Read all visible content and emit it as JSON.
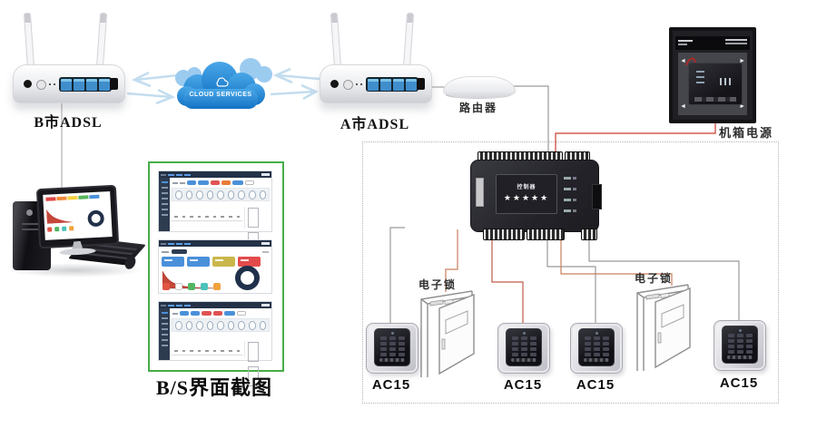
{
  "nodes": {
    "adsl_b": {
      "label": "B市ADSL"
    },
    "cloud": {
      "label": "CLOUD SERVICES"
    },
    "adsl_a": {
      "label": "A市ADSL"
    },
    "router": {
      "label": "路由器"
    },
    "power_box": {
      "label": "机箱电源"
    },
    "controller": {
      "label": "控制器",
      "stars": "★★★★★"
    },
    "door1": {
      "label": "电子锁"
    },
    "door2": {
      "label": "电子锁"
    },
    "reader1": {
      "label": "AC15"
    },
    "reader2": {
      "label": "AC15"
    },
    "reader3": {
      "label": "AC15"
    },
    "reader4": {
      "label": "AC15"
    }
  },
  "caption": "B/S界面截图",
  "colors": {
    "cloud_blue": "#1e8fdc",
    "arrow_blue": "#c3ddef",
    "green_border": "#46ad46",
    "wire_gray": "#9a9a9a",
    "wire_red": "#cc3b2f",
    "wire_orange": "#c97f5c",
    "ui_topbar": "#233247",
    "ui_sidebar": "#2e3c50",
    "button_blue": "#4a90d9",
    "button_red": "#e05252",
    "card_yellow": "#c9b74b",
    "card_red": "#e34b4b",
    "chart_red": "#c4473a",
    "icon_green": "#52b562",
    "icon_teal": "#4cc2bb",
    "icon_orange": "#f0a23e"
  }
}
